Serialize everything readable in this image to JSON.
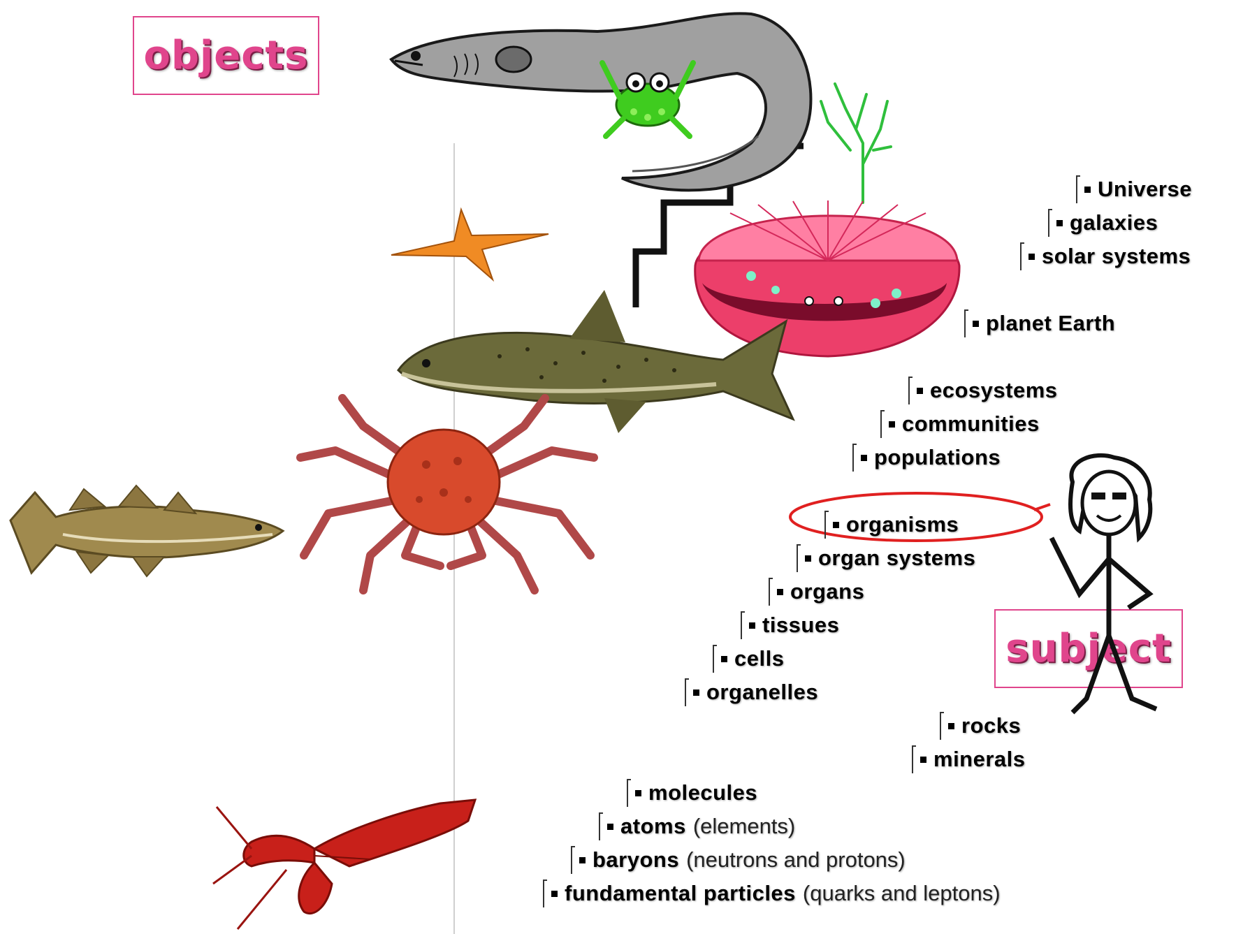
{
  "labels": {
    "objects": "objects",
    "subject": "subject"
  },
  "highlight_color": "#e02020",
  "label_color": "#e0458c",
  "levels": [
    {
      "name": "Universe",
      "note": ""
    },
    {
      "name": "galaxies",
      "note": ""
    },
    {
      "name": "solar systems",
      "note": ""
    },
    {
      "name": "planet Earth",
      "note": ""
    },
    {
      "name": "ecosystems",
      "note": ""
    },
    {
      "name": "communities",
      "note": ""
    },
    {
      "name": "populations",
      "note": ""
    },
    {
      "name": "organisms",
      "note": "",
      "highlighted": true
    },
    {
      "name": "organ systems",
      "note": ""
    },
    {
      "name": "organs",
      "note": ""
    },
    {
      "name": "tissues",
      "note": ""
    },
    {
      "name": "cells",
      "note": ""
    },
    {
      "name": "organelles",
      "note": ""
    },
    {
      "name": "rocks",
      "note": ""
    },
    {
      "name": "minerals",
      "note": ""
    },
    {
      "name": "molecules",
      "note": ""
    },
    {
      "name": "atoms",
      "note": "(elements)"
    },
    {
      "name": "baryons",
      "note": "(neutrons and protons)"
    },
    {
      "name": "fundamental particles",
      "note": "(quarks and leptons)"
    }
  ],
  "illustrations": [
    "eel",
    "frog",
    "starfish",
    "seaweed",
    "scallop",
    "trout",
    "crab",
    "cod",
    "lobster",
    "stick-figure-girl"
  ]
}
